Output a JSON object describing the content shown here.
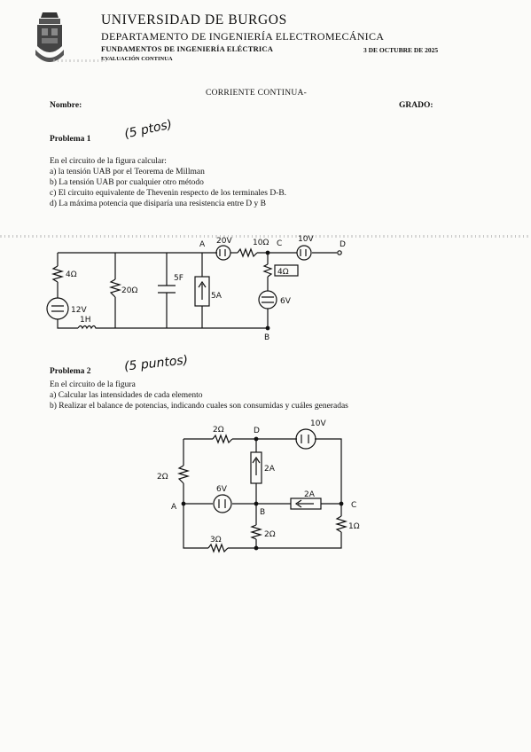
{
  "header": {
    "university": "UNIVERSIDAD DE BURGOS",
    "department": "DEPARTAMENTO DE INGENIERÍA ELECTROMECÁNICA",
    "subject": "FUNDAMENTOS DE INGENIERÍA ELÉCTRICA",
    "date": "3 DE OCTUBRE DE 2025",
    "evaluation": "EVALUACIÓN CONTINUA"
  },
  "exam": {
    "title": "CORRIENTE CONTINUA-",
    "name_label": "Nombre:",
    "grade_label": "GRADO:"
  },
  "problem1": {
    "label": "Problema 1",
    "points": "(5 ptos)",
    "intro": "En el circuito de la figura calcular:",
    "items": [
      "a) la tensión UAB por el Teorema de Millman",
      "b) La tensión UAB por cualquier otro método",
      "c) El circuito equivalente de Thevenin respecto de los terminales D-B.",
      "d) La máxima potencia que disiparía una resistencia entre D y B"
    ],
    "circuit_labels": {
      "r1": "4Ω",
      "v1": "12V",
      "l1": "1H",
      "r2": "20Ω",
      "c1": "5F",
      "i1": "5A",
      "nodeA": "A",
      "v2": "20V",
      "r3": "10Ω",
      "nodeC": "C",
      "v3": "10V",
      "nodeD": "D",
      "r4": "4Ω",
      "v4": "6V",
      "nodeB": "B"
    }
  },
  "problem2": {
    "label": "Problema 2",
    "points": "(5 puntos)",
    "intro": "En el circuito de la figura",
    "items": [
      "a) Calcular las intensidades de cada elemento",
      "b) Realizar el balance de potencias, indicando cuales son consumidas y cuáles generadas"
    ],
    "circuit_labels": {
      "r_top": "2Ω",
      "nodeD": "D",
      "v_top": "10V",
      "i_mid": "2A",
      "r_left": "2Ω",
      "v_mid": "6V",
      "nodeA": "A",
      "nodeB": "B",
      "i_right": "2A",
      "nodeC": "C",
      "r_right": "1Ω",
      "r_bottom": "3Ω",
      "r_center": "2Ω"
    }
  }
}
